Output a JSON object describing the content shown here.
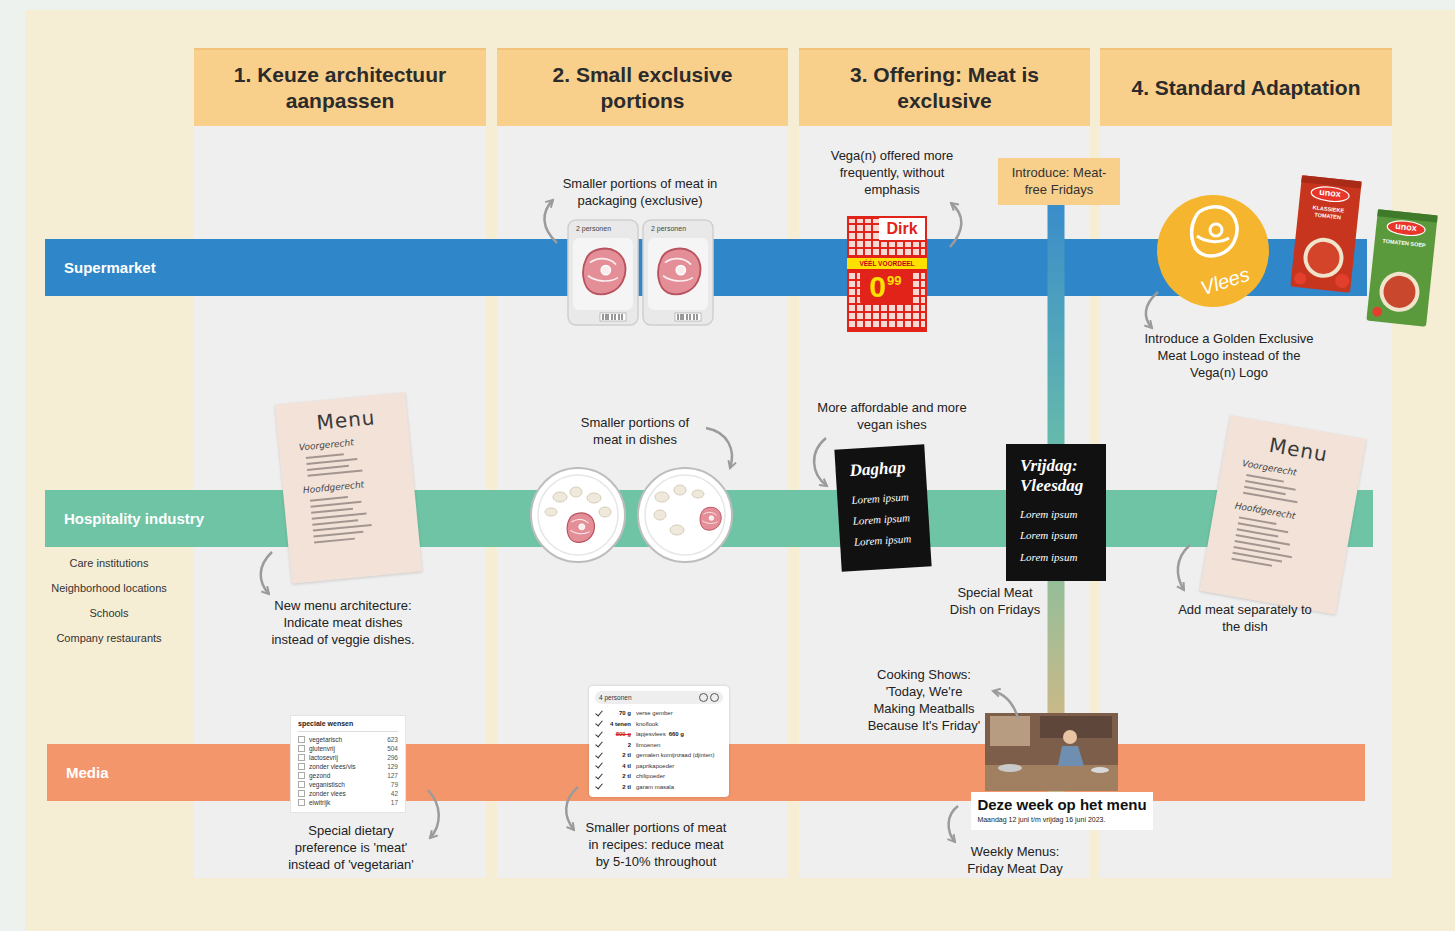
{
  "diagram": {
    "nodes": [
      {
        "text": [
          "1. Keuze architectuur aanpassen"
        ]
      },
      {
        "text": [
          "2. Small exclusive portions"
        ]
      },
      {
        "text": [
          "3. Offering: Meat is exclusive"
        ]
      },
      {
        "text": [
          "4. Standard Adaptation"
        ]
      },
      {
        "text": [
          "Supermarket"
        ]
      },
      {
        "text": [
          "Hospitality industry"
        ]
      },
      {
        "text": [
          "Media"
        ]
      },
      {
        "text": [
          "Introduce: Meat-free Fridays"
        ]
      },
      {
        "text": [
          "Menu",
          "Voorgerecht",
          "Hoofdgerecht"
        ]
      },
      {
        "text": [
          "Daghap",
          "Lorem ipsum",
          "Lorem ipsum",
          "Lorem ipsum"
        ]
      },
      {
        "text": [
          "Vrijdag: Vleesdag",
          "Lorem ipsum",
          "Lorem ipsum",
          "Lorem ipsum"
        ]
      },
      {
        "text": [
          "Menu",
          "Voorgerecht",
          "Hoofdgerecht"
        ]
      },
      {
        "text": [
          "Deze week op het menu",
          "Maandag 12 juni t/m vrijdag 16 juni 2023."
        ]
      }
    ],
    "edges": [
      {
        "from": 7,
        "to": 10,
        "arrow": "none"
      },
      {
        "from": 10,
        "to": 12,
        "arrow": "none"
      }
    ],
    "labels": [
      "Smaller portions of meat in packaging (exclusive)",
      "Vega(n) offered more frequently, without emphasis",
      "Introduce a Golden Exclusive Meat Logo instead of the Vega(n) Logo",
      "New menu architecture: Indicate meat dishes instead of veggie dishes.",
      "Smaller portions of meat in dishes",
      "More affordable and more vegan ishes",
      "Special Meat Dish on Fridays",
      "Add meat separately to the dish",
      "Special dietary preference is 'meat' instead of 'vegetarian'",
      "Smaller portions of meat in recipes: reduce meat by 5-10% throughout",
      "Cooking Shows: 'Today, We're Making Meatballs Because It's Friday'",
      "Weekly Menus: Friday Meat Day",
      "Care institutions",
      "Neighborhood locations",
      "Schools",
      "Company restaurants",
      "2 personen",
      "2 personen",
      "Dirk",
      "VÉÉL VOORDEEL",
      "0",
      "99",
      "Vlees",
      "unox",
      "KLASSIEKE TOMATEN",
      "unox",
      "TOMATEN SOEP",
      "speciale wensen",
      "vegetarisch",
      "623",
      "glutenvrij",
      "504",
      "lactosevrij",
      "296",
      "zonder vlees/vis",
      "129",
      "gezond",
      "127",
      "veganistisch",
      "79",
      "zonder vlees",
      "42",
      "eiwitrijk",
      "17",
      "4 personen",
      "70 g",
      "verse gember",
      "4 tenen",
      "knoflook",
      "800 g",
      "lapjesvlees",
      "660 g",
      "2",
      "limoenen",
      "2 tl",
      "gemalen komijnzaad (djinten)",
      "4 tl",
      "paprikapoeder",
      "2 tl",
      "chilipoeder",
      "2 tl",
      "garam masala"
    ]
  }
}
